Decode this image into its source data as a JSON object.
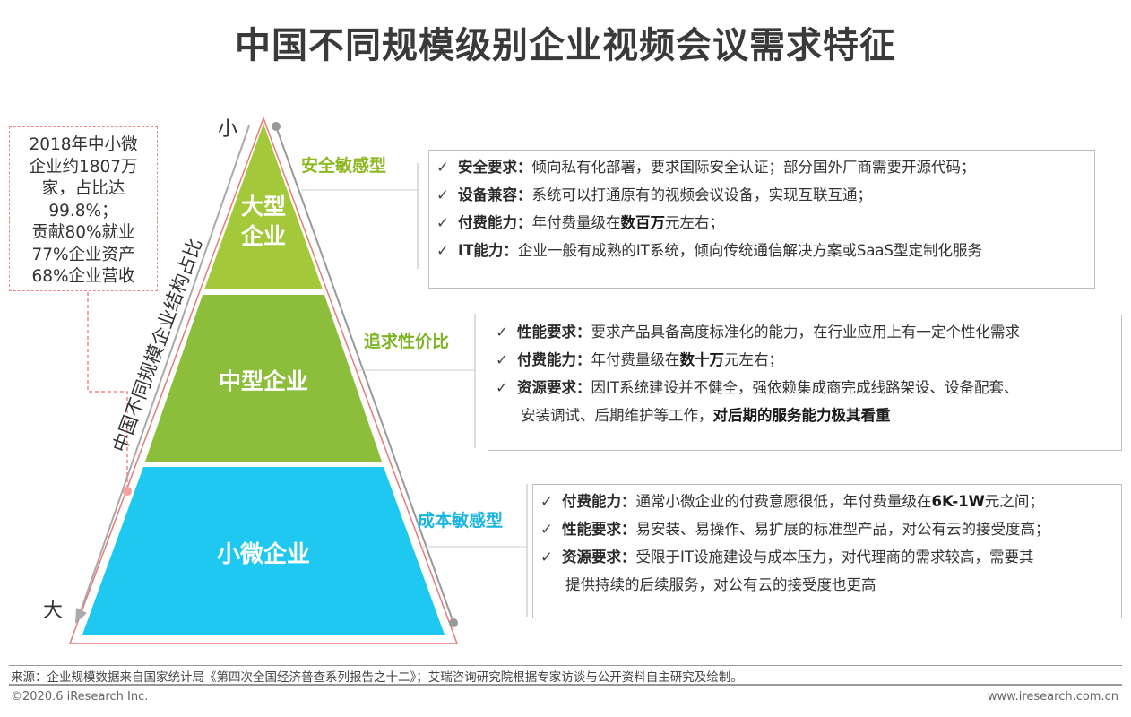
{
  "title": "中国不同规模级别企业视频会议需求特征",
  "axis": {
    "small_end": "小",
    "large_end": "大",
    "label": "中国不同规模企业结构占比"
  },
  "stats_box": {
    "lines": [
      "2018年中小微",
      "企业约1807万",
      "家，占比达",
      "99.8%；",
      "贡献80%就业",
      "77%企业资产",
      "68%企业营收"
    ]
  },
  "tiers": {
    "large": {
      "label_line1": "大型",
      "label_line2": "企业",
      "type": "安全敏感型",
      "color": "#a3c93a",
      "requirements": [
        {
          "key": "安全要求：",
          "text": "倾向私有化部署，要求国际安全认证；部分国外厂商需要开源代码；"
        },
        {
          "key": "设备兼容：",
          "text": "系统可以打通原有的视频会议设备，实现互联互通；"
        },
        {
          "key": "付费能力：",
          "pre": "年付费量级在",
          "bold": "数百万",
          "post": "元左右；"
        },
        {
          "key": "IT能力：",
          "text": "企业一般有成熟的IT系统，倾向传统通信解决方案或SaaS型定制化服务"
        }
      ]
    },
    "medium": {
      "label": "中型企业",
      "type": "追求性价比",
      "color": "#8cbe3c",
      "requirements": [
        {
          "key": "性能要求：",
          "text": "要求产品具备高度标准化的能力，在行业应用上有一定个性化需求"
        },
        {
          "key": "付费能力：",
          "pre": "年付费量级在",
          "bold": "数十万",
          "post": "元左右；"
        },
        {
          "key": "资源要求：",
          "text": "因IT系统建设并不健全，强依赖集成商完成线路架设、设备配套、",
          "cont_pre": "安装调试、后期维护等工作，",
          "cont_bold": "对后期的服务能力极其看重"
        }
      ]
    },
    "small": {
      "label": "小微企业",
      "type": "成本敏感型",
      "color": "#1ec8f0",
      "requirements": [
        {
          "key": "付费能力：",
          "pre": "通常小微企业的付费意愿很低，年付费量级在",
          "bold": "6K-1W",
          "post": "元之间；"
        },
        {
          "key": "性能要求：",
          "text": "易安装、易操作、易扩展的标准型产品，对公有云的接受度高；"
        },
        {
          "key": "资源要求：",
          "text": "受限于IT设施建设与成本压力，对代理商的需求较高，需要其",
          "cont": "提供持续的后续服务，对公有云的接受度也更高"
        }
      ]
    }
  },
  "check_mark": "✓",
  "footer": {
    "source": "来源：企业规模数据来自国家统计局《第四次全国经济普查系列报告之十二》；艾瑞咨询研究院根据专家访谈与公开资料自主研究及绘制。",
    "copyright": "©2020.6 iResearch Inc.",
    "website": "www.iresearch.com.cn"
  }
}
